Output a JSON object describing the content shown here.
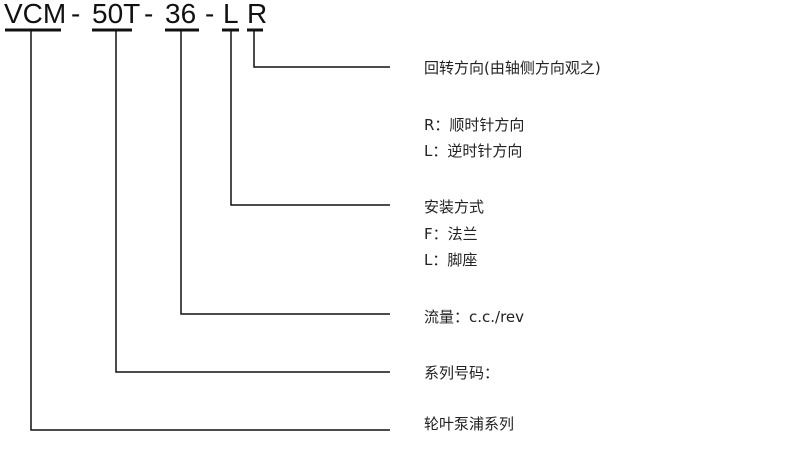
{
  "code": {
    "parts": [
      "VCM",
      "-",
      "50T",
      "-",
      "36",
      "-",
      "L",
      "R"
    ]
  },
  "labels": {
    "rotation_title": "回转方向(由轴侧方向观之)",
    "rotation_r": "R：顺时针方向",
    "rotation_l": "L：逆时针方向",
    "mount_title": "安装方式",
    "mount_f": "F：法兰",
    "mount_l": "L：脚座",
    "flow": "流量：c.c./rev",
    "series_no": "系列号码：",
    "pump_series": "轮叶泵浦系列"
  }
}
